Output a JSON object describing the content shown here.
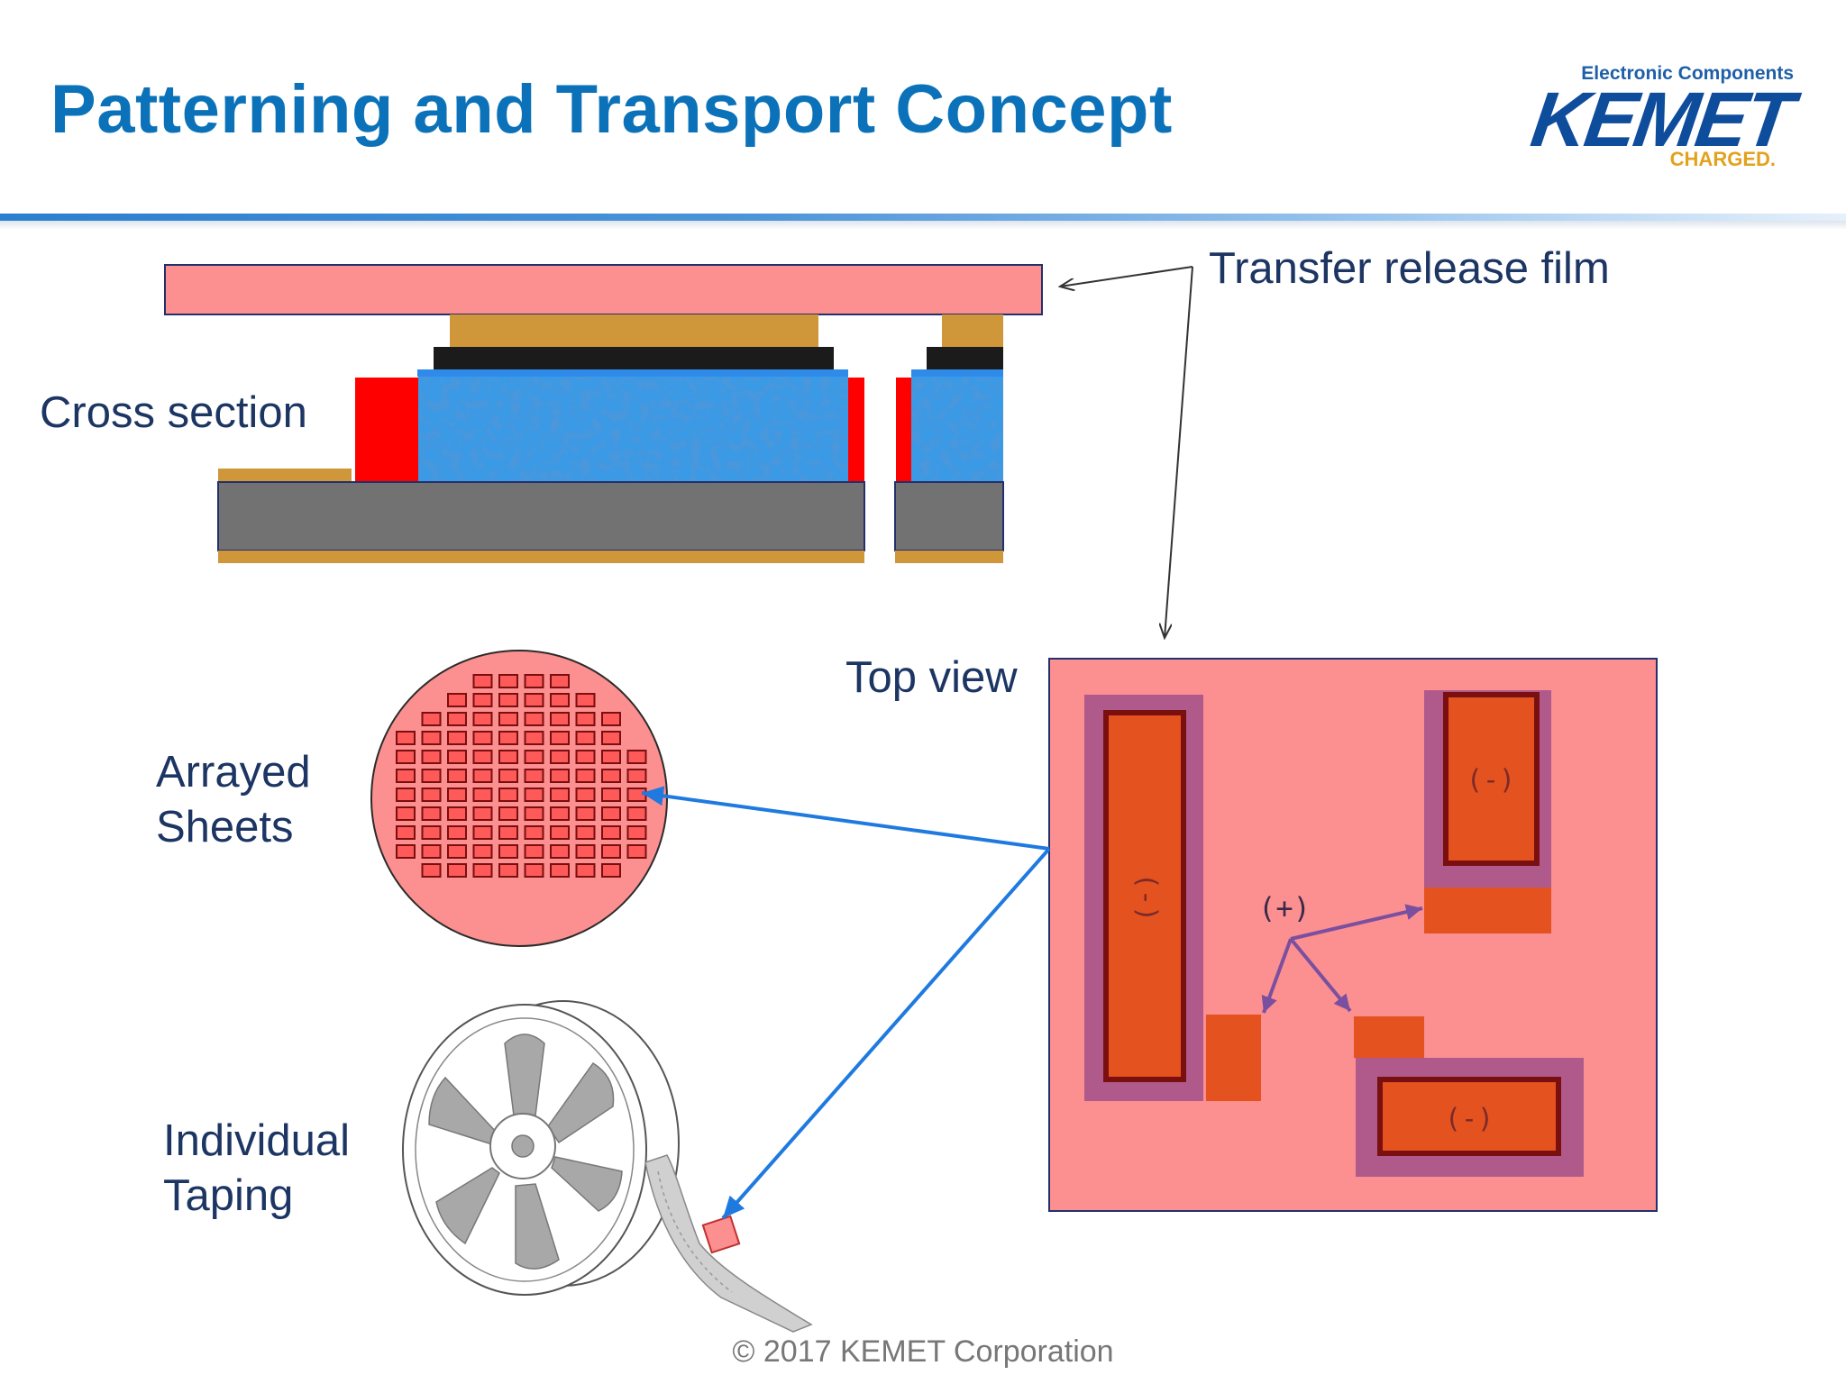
{
  "header": {
    "title": "Patterning and Transport Concept",
    "logo": {
      "tagline": "Electronic Components",
      "wordmark": "KEMET",
      "charged": "CHARGED."
    }
  },
  "labels": {
    "transfer_release_film": "Transfer release film",
    "cross_section": "Cross section",
    "top_view": "Top view",
    "arrayed_sheets": [
      "Arrayed",
      "Sheets"
    ],
    "individual_taping": [
      "Individual",
      "Taping"
    ]
  },
  "top_view": {
    "anode_label": "(+)",
    "cathode_labels": [
      "(-)",
      "(-)",
      "(-)"
    ]
  },
  "footer": {
    "copyright": "© 2017 KEMET Corporation"
  },
  "colors": {
    "title_blue": "#0b72b9",
    "film_pink": "#fc8f8f",
    "gold_contact": "#d0963a",
    "black_layer": "#1b1b1b",
    "blue_layer": "#3a9ae6",
    "red_terminal": "#ff0000",
    "grey_substrate": "#727272",
    "purple_frame": "#b05a8c",
    "orange_pad": "#e4521f",
    "arrow_blue": "#1f7ae0",
    "arrow_purple": "#7b4fa0"
  }
}
